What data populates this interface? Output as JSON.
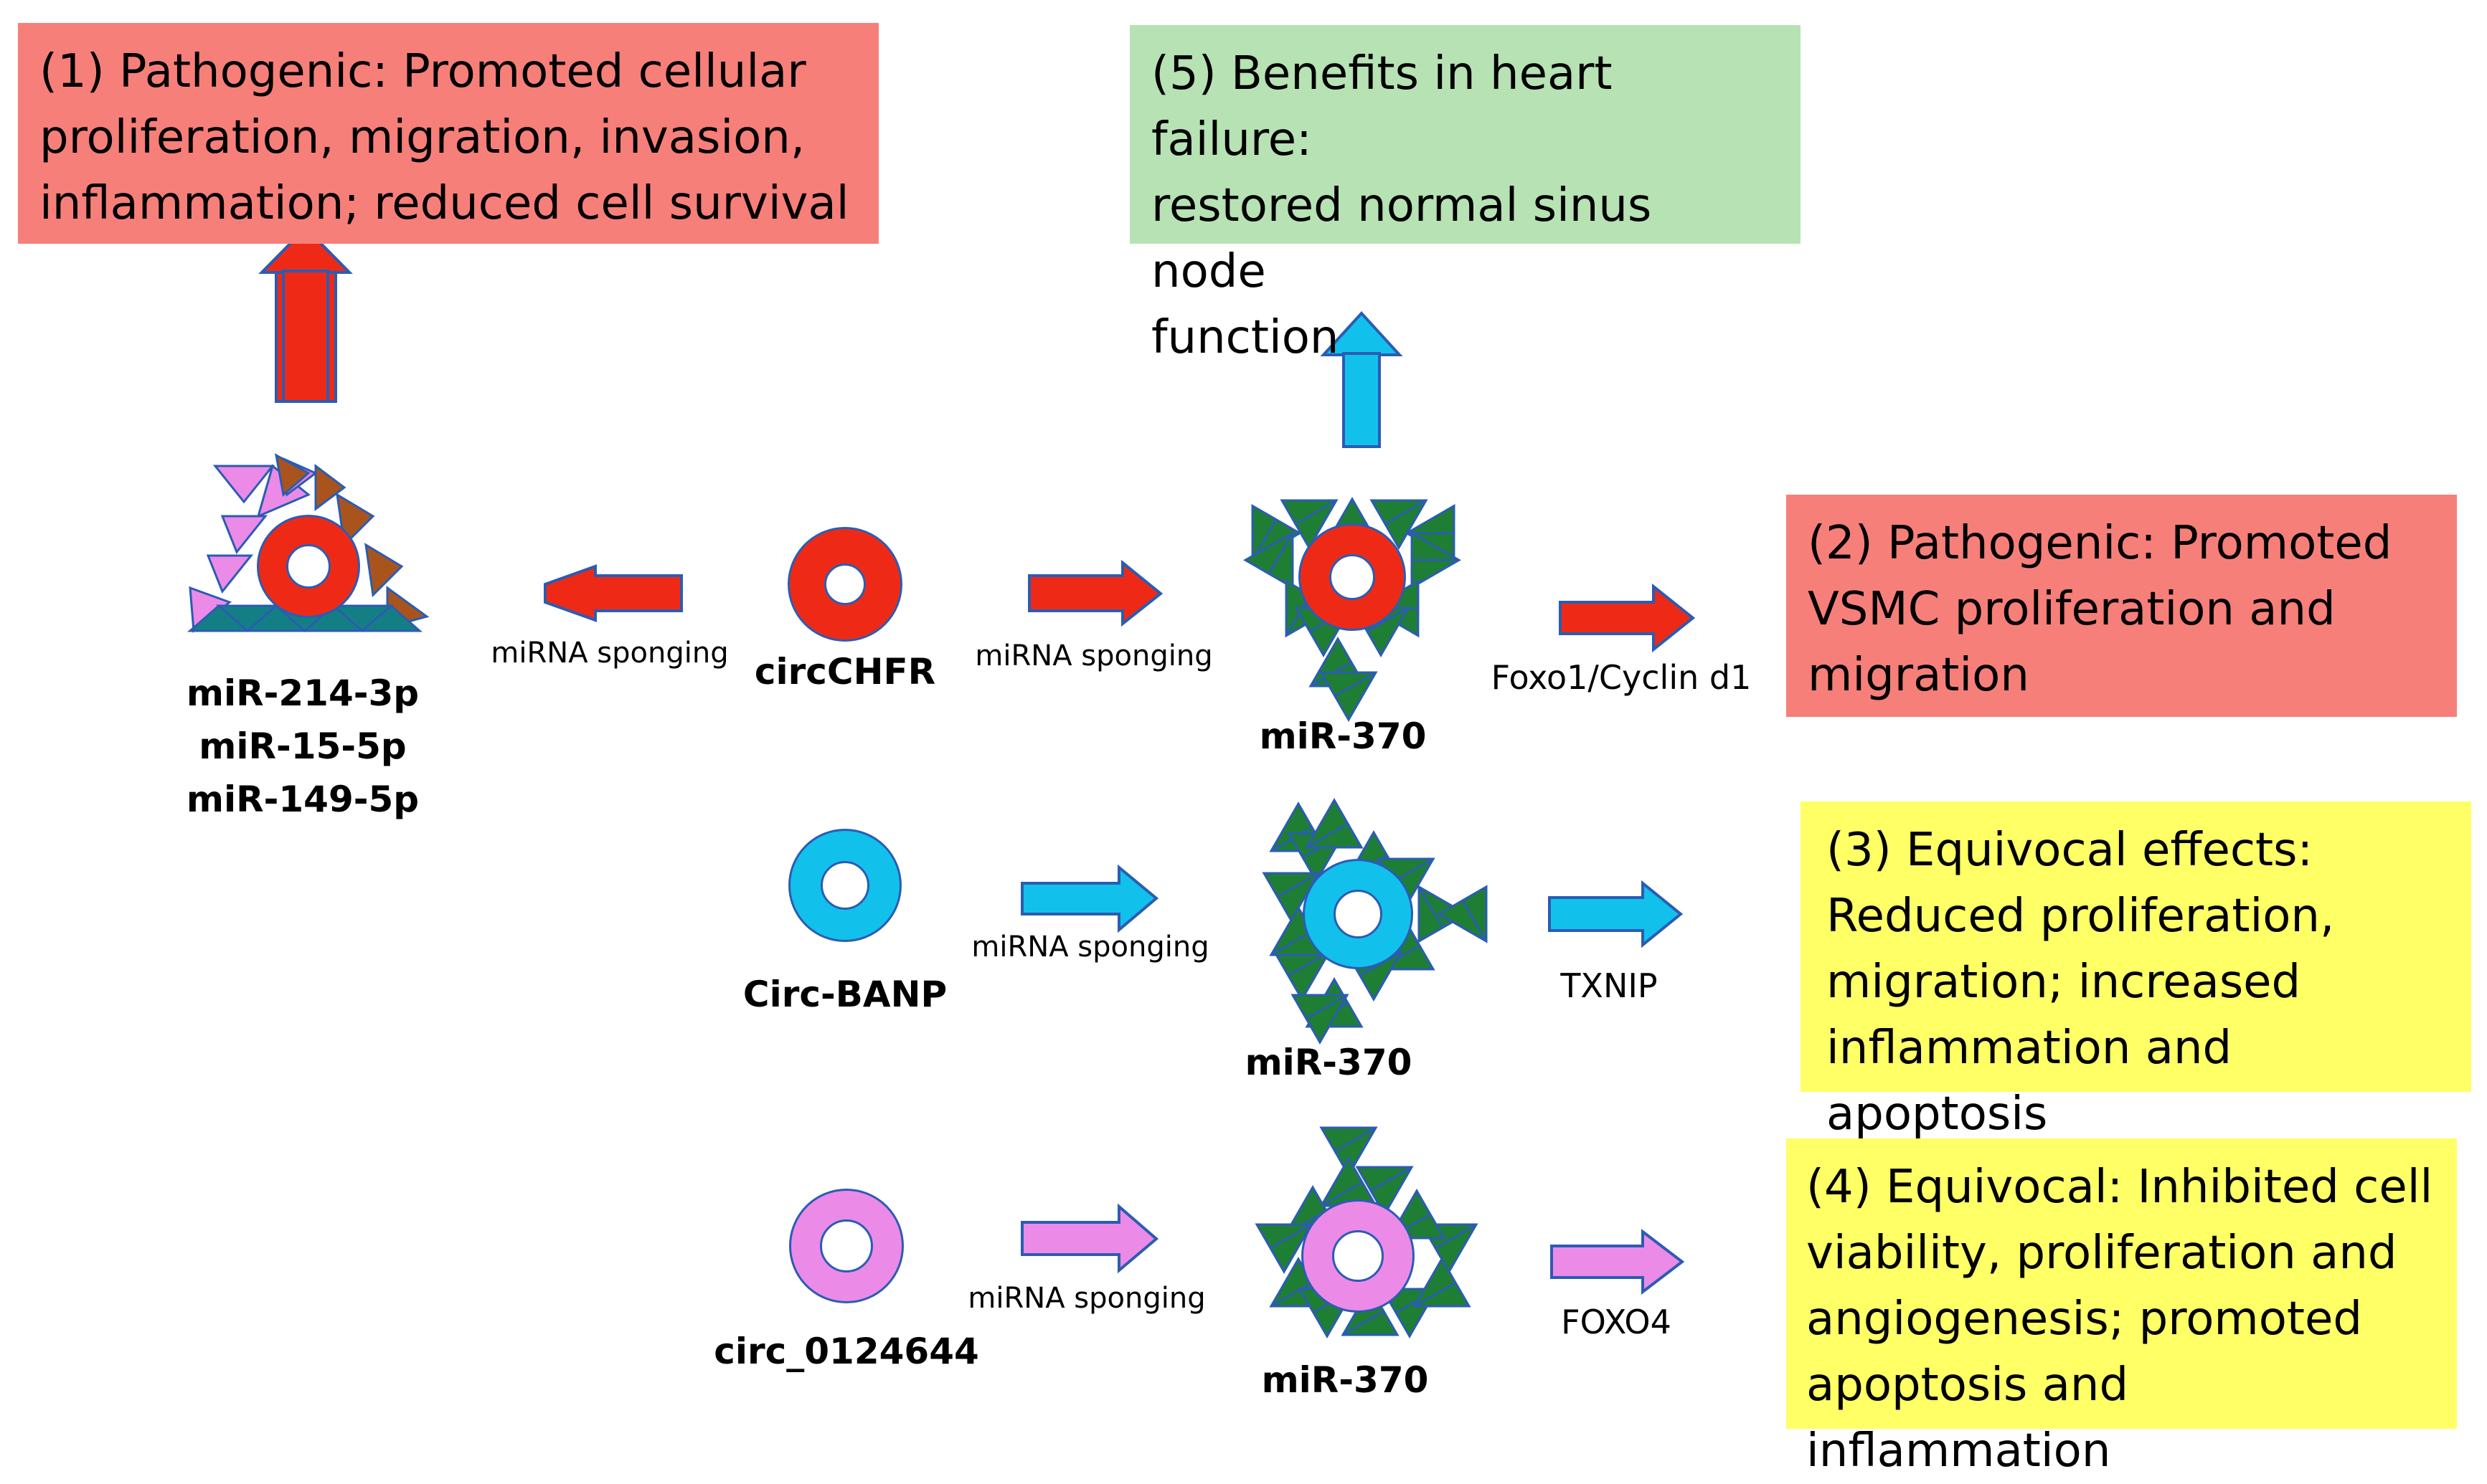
{
  "colors": {
    "red": "#ee2a17",
    "blue": "#12c0ec",
    "pink": "#ec8ae8",
    "green": "#1e7e34",
    "teal": "#137f84",
    "brown": "#a9541d",
    "outline": "#2b5cb3",
    "box_red": "#f77f79",
    "box_green": "#b7e2b4",
    "box_yellow": "#ffff66"
  },
  "outcomes": {
    "box1": "(1) Pathogenic: Promoted cellular\nproliferation, migration, invasion,\ninflammation; reduced cell survival",
    "box2": "(2) Pathogenic: Promoted\nVSMC proliferation and\nmigration",
    "box3": "(3) Equivocal effects:\nReduced proliferation,\nmigration; increased\ninflammation and apoptosis",
    "box4": "(4) Equivocal: Inhibited cell\nviability, proliferation and\nangiogenesis; promoted\napoptosis and inflammation",
    "box5": "(5) Benefits in heart failure:\nrestored normal sinus node\nfunction"
  },
  "circrnas": {
    "chfr": "circCHFR",
    "banp": "Circ-BANP",
    "c0124644": "circ_0124644"
  },
  "mirnas": {
    "left_group": "miR-214-3p\nmiR-15-5p\nmiR-149-5p",
    "m370_top": "miR-370",
    "m370_mid": "miR-370",
    "m370_bot": "miR-370"
  },
  "edges": {
    "sponging_left": "miRNA sponging",
    "sponging_top": "miRNA sponging",
    "sponging_mid": "miRNA sponging",
    "sponging_bot": "miRNA sponging",
    "foxo1": "Foxo1/Cyclin d1",
    "txnip": "TXNIP",
    "foxo4": "FOXO4"
  }
}
